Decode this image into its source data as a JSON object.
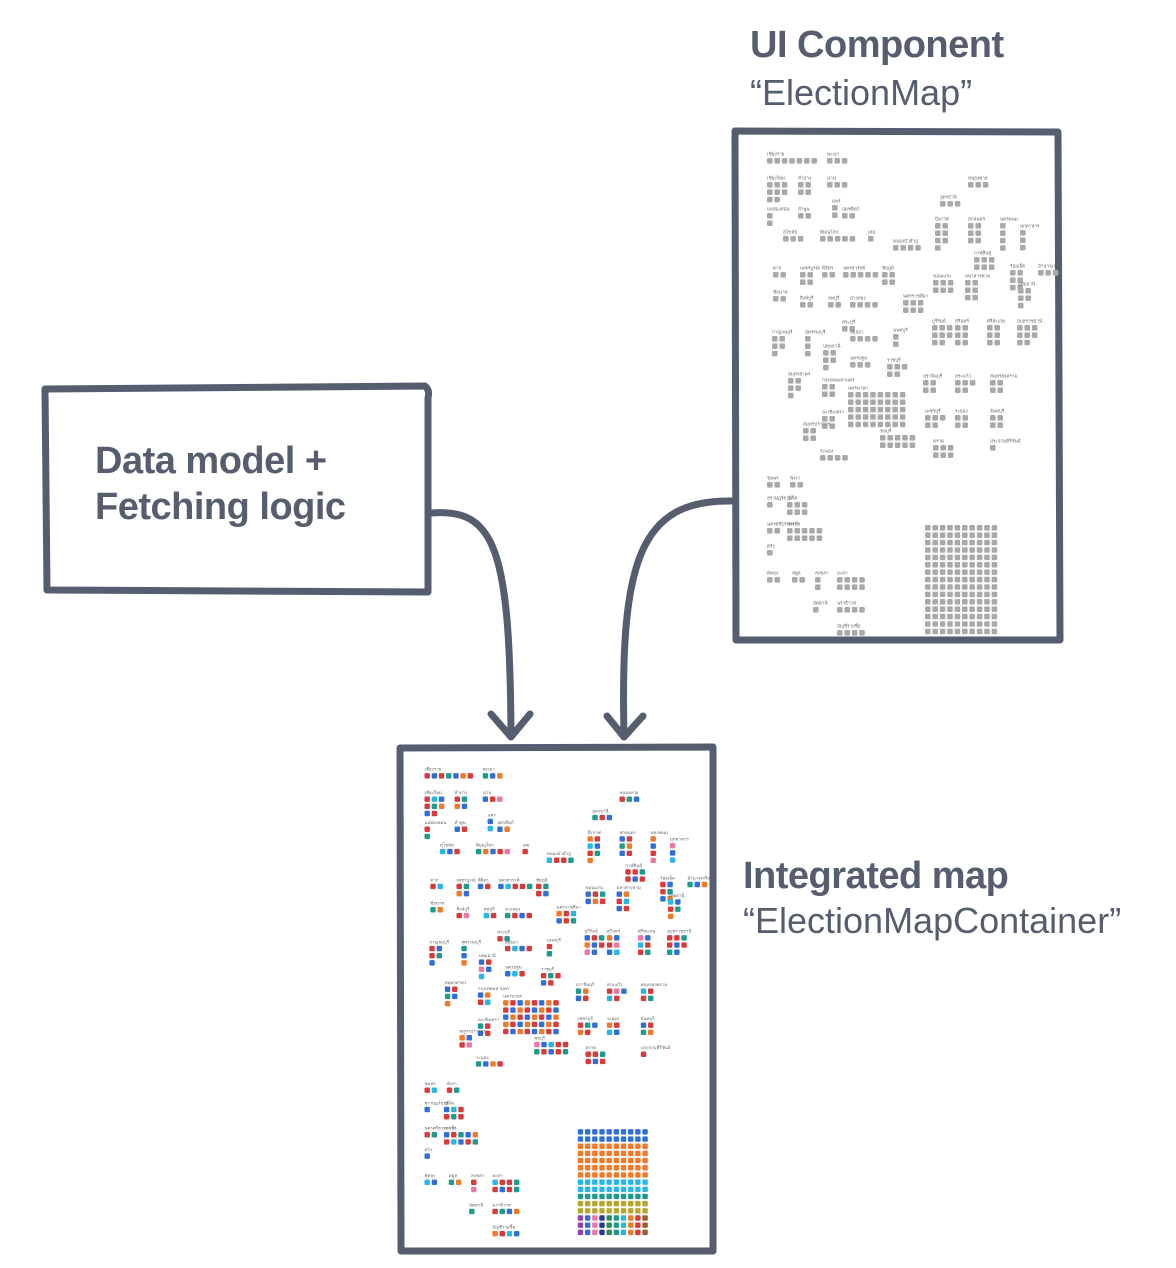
{
  "data_box": {
    "line1": "Data model +",
    "line2": "Fetching logic"
  },
  "ui_component": {
    "title": "UI Component",
    "subtitle": "“ElectionMap”"
  },
  "integrated": {
    "title": "Integrated map",
    "subtitle": "“ElectionMapContainer”"
  },
  "colors": {
    "stroke": "#555d6f",
    "tile_gray": "#a9a9a9",
    "map_label": "#666666",
    "red": "#d93a3a",
    "blue": "#2f6fd6",
    "orange": "#f07a2a",
    "teal": "#1e9a8e",
    "cyan": "#29b5e6",
    "navy": "#2b3a8f",
    "pink": "#ee77aa",
    "olive": "#b8a633",
    "purple": "#8e44ad",
    "brown": "#9b5a2e",
    "green": "#2e8b57"
  },
  "map_labels": [
    "เชียงราย",
    "พะเยา",
    "เชียงใหม่",
    "ลำปาง",
    "น่าน",
    "แพร่",
    "แม่ฮ่องสอน",
    "ลำพูน",
    "อุตรดิตถ์",
    "สุโขทัย",
    "พิษณุโลก",
    "เลย",
    "หนองบัวลำภู",
    "อุดรธานี",
    "หนองคาย",
    "บึงกาฬ",
    "สกลนคร",
    "นครพนม",
    "มุกดาหาร",
    "กาฬสินธุ์",
    "ร้อยเอ็ด",
    "อำนาจเจริญ",
    "ตาก",
    "เพชรบูรณ์",
    "พิจิตร",
    "นครสวรรค์",
    "ชัยภูมิ",
    "ขอนแก่น",
    "มหาสารคาม",
    "อุทัยธานี",
    "ชัยนาท",
    "สิงห์บุรี",
    "ลพบุรี",
    "อ่างทอง",
    "สระบุรี",
    "นครราชสีมา",
    "บุรีรัมย์",
    "สุรินทร์",
    "ศรีสะเกษ",
    "อุบลราชธานี",
    "กาญจนบุรี",
    "สุพรรณบุรี",
    "อยุธยา",
    "นนทบุรี",
    "ปทุมธานี",
    "นครปฐม",
    "ราชบุรี",
    "สมุทรสาคร",
    "กรุงเทพมหานคร",
    "นครนายก",
    "ปราจีนบุรี",
    "สระแก้ว",
    "สมุทรสงคราม",
    "ฉะเชิงเทรา",
    "เพชรบุรี",
    "ระยอง",
    "จันทบุรี",
    "สมุทรปราการ",
    "ชลบุรี",
    "ตราด",
    "ประจวบคีรีขันธ์",
    "ระนอง",
    "ชุมพร",
    "พังงา",
    "สุราษฎร์ธานี",
    "ภูเก็ต",
    "นครศรีธรรมราช",
    "กระบี่",
    "ตรัง",
    "พัทลุง",
    "สตูล",
    "สงขลา",
    "ยะลา",
    "ปัตตานี",
    "นราธิวาส",
    "บัญชีรายชื่อ"
  ]
}
